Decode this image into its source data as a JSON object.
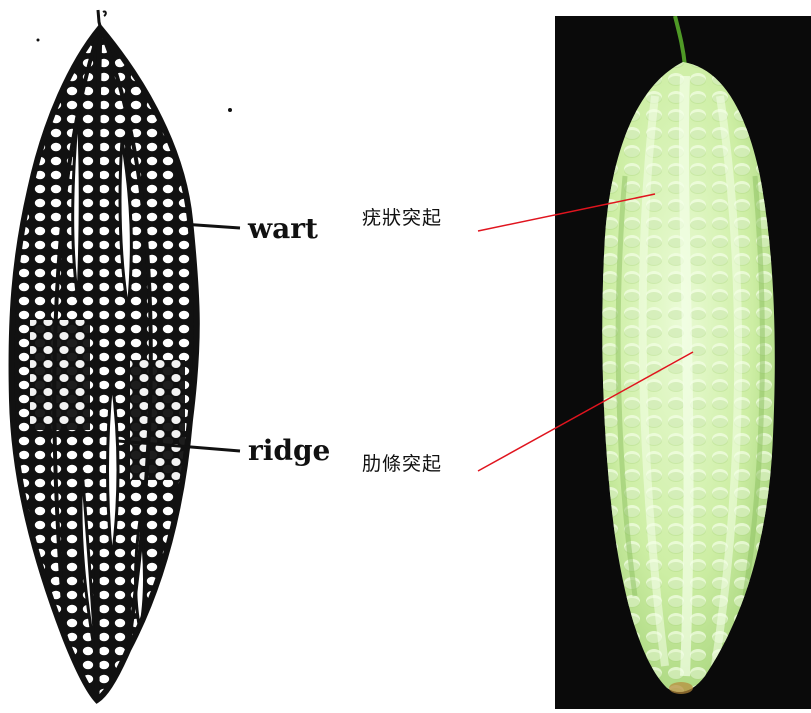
{
  "sketch": {
    "wart_label": "wart",
    "ridge_label": "ridge"
  },
  "photo": {
    "wart_label": "疣狀突起",
    "ridge_label": "肋條突起"
  },
  "colors": {
    "ink": "#111111",
    "photo_background": "#0a0a0a",
    "fruit": "#cdeea4",
    "fruit_highlight": "#eafbd6",
    "stem": "#4f9a26",
    "callout_line": "#e0141e"
  },
  "icons": {
    "sketch": "bitter-melon-drawing-icon",
    "photo": "bitter-melon-photo-icon"
  }
}
